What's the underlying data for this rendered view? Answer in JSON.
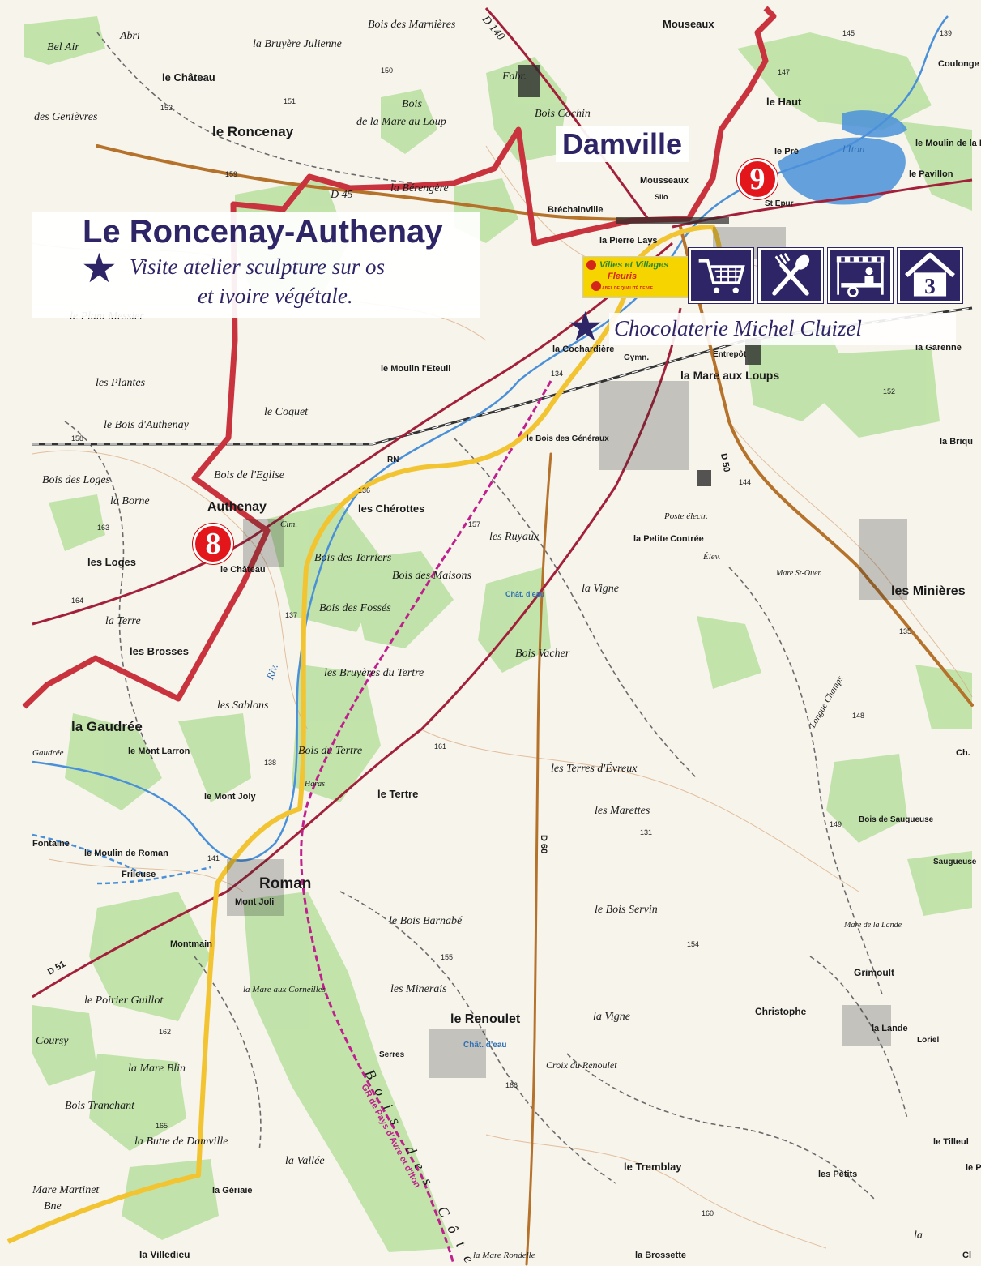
{
  "towns": {
    "damville": "Damville",
    "roncenay_authenay": "Le Roncenay-Authenay"
  },
  "notes": {
    "sculpture_line1": "Visite atelier sculpture sur os",
    "sculpture_line2": "et ivoire végétale.",
    "chocolaterie": "Chocolaterie Michel Cluizel"
  },
  "markers": {
    "stage_8": "8",
    "stage_9": "9",
    "gites": "3"
  },
  "badge": {
    "line1": "Villes et Villages",
    "line2": "Fleuris",
    "line3": "LABEL DE QUALITÉ DE VIE"
  },
  "colors": {
    "route_red": "#c8333e",
    "route_yellow": "#f2c431",
    "gr_magenta": "#c0208e",
    "road_brown": "#b5722a",
    "forest": "#bfe3a8",
    "water": "#4a90d9",
    "accent": "#2e2566"
  },
  "places": [
    "Bel Air",
    "Abri",
    "la Bruyère Julienne",
    "Bois des Marnières",
    "Mouseaux",
    "le Château",
    "des Genièvres",
    "le Roncenay",
    "Bois",
    "de la Mare au Loup",
    "Bois Cochin",
    "Fabr.",
    "la Bérengère",
    "D 45",
    "D 140",
    "Bréchainville",
    "la Pierre Lays",
    "Mousseaux",
    "Silo",
    "le Haut",
    "le Pré",
    "St Epur",
    "le Moulin de la Porte",
    "le Pavillon",
    "Coulonge",
    "l'Iton",
    "le Plant Messier",
    "les Plantes",
    "le Bois d'Authenay",
    "le Coquet",
    "le Moulin l'Eteuil",
    "la Cochardière",
    "la Mare aux Loups",
    "Gymn.",
    "Entrepôt",
    "la Garenne",
    "la Briqu",
    "RN",
    "le Bois des Généraux",
    "Bois de l'Eglise",
    "Bois des Loges",
    "la Borne",
    "Authenay",
    "Cim.",
    "les Chérottes",
    "Poste électr.",
    "la Petite Contrée",
    "Élev.",
    "les Loges",
    "le Château",
    "Bois des Terriers",
    "les Ruyaux",
    "Bois des Maisons",
    "Chât. d'eau",
    "la Vigne",
    "les Minières",
    "Mare St-Ouen",
    "Bois des Fossés",
    "la Terre",
    "les Brosses",
    "Bois Vacher",
    "les Bruyères du Tertre",
    "les Sablons",
    "Riv.",
    "la Gaudrée",
    "Gaudrée",
    "le Mont Larron",
    "Bois du Tertre",
    "les Terres d'Évreux",
    "Longue Champs",
    "Haras",
    "le Tertre",
    "le Mont Joly",
    "les Marettes",
    "Bois de Saugueuse",
    "Fontaine",
    "le Moulin de Roman",
    "Frileuse",
    "Roman",
    "Mont Joli",
    "le Bois Barnabé",
    "le Bois Servin",
    "Mare de la Lande",
    "Montmain",
    "Grimoult",
    "la Mare aux Corneilles",
    "les Minerais",
    "le Poirier Guillot",
    "le Renoulet",
    "la Vigne",
    "Christophe",
    "la Lande",
    "Loriel",
    "Coursy",
    "Chât. d'eau",
    "Serres",
    "Croix du Renoulet",
    "la Mare Blin",
    "Bois Tranchant",
    "la Butte de Damville",
    "la Vallée",
    "Bois des Côtes",
    "le Tremblay",
    "les Petits",
    "le Tilleul",
    "Mare Martinet",
    "Bne",
    "la Gériaie",
    "la Villedieu",
    "la Mare Rondelle",
    "la Brossette",
    "D 51",
    "D 60",
    "D 50",
    "GR de Pays d'Avre et d'Iton",
    "Saugueuse",
    "Ch.",
    "le P",
    "Cl",
    "la"
  ],
  "altitudes": [
    "145",
    "139",
    "147",
    "150",
    "151",
    "153",
    "159",
    "158",
    "157",
    "154",
    "152",
    "136",
    "137",
    "134",
    "144",
    "163",
    "165",
    "166",
    "160",
    "161",
    "162",
    "141",
    "131",
    "148",
    "164",
    "155",
    "135",
    "138",
    "149"
  ]
}
